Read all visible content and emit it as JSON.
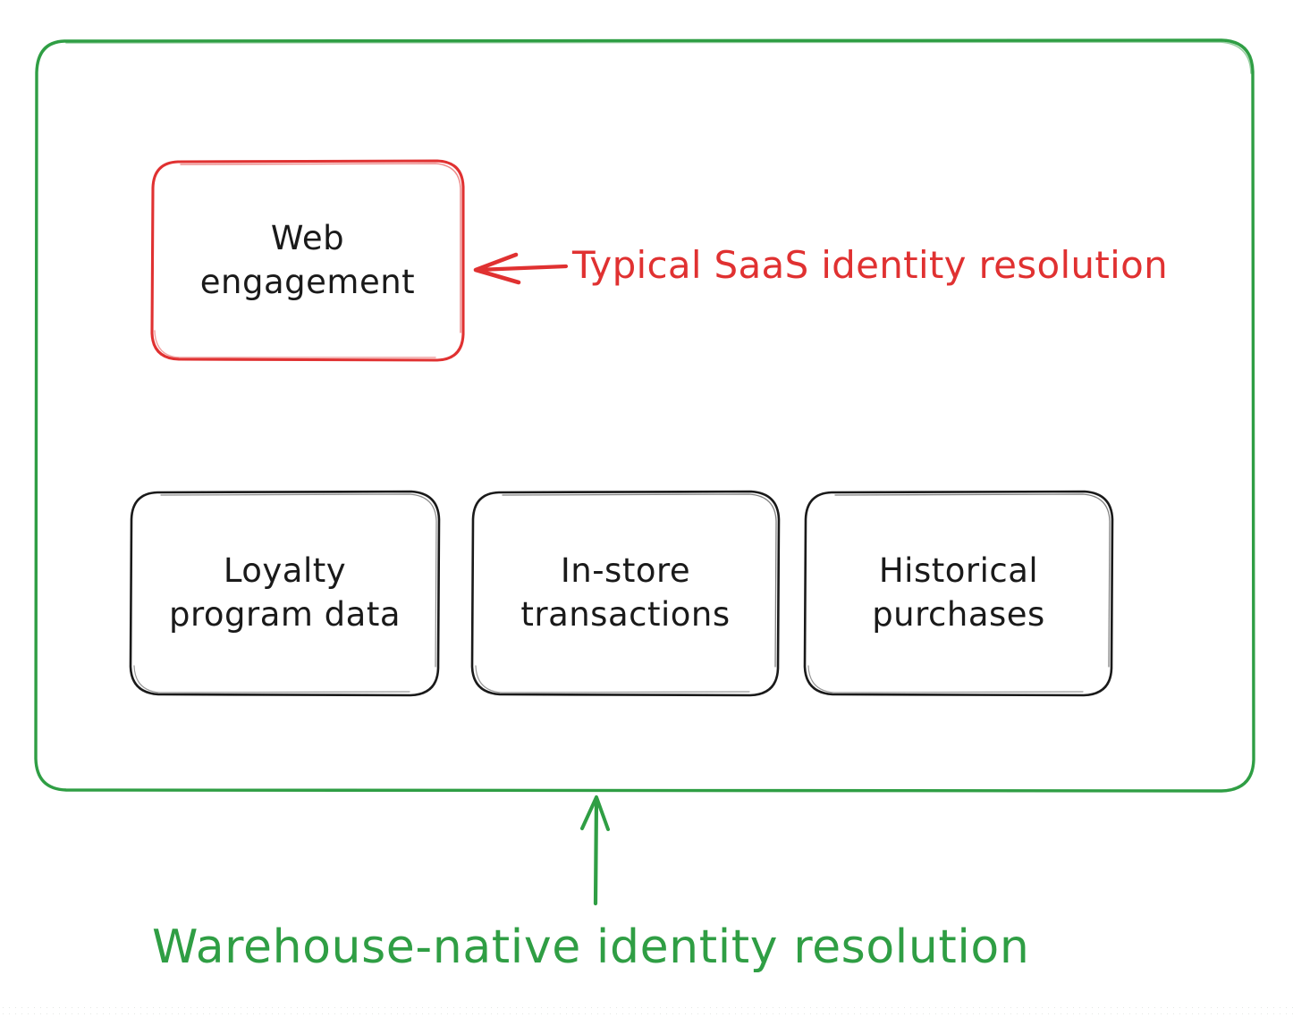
{
  "diagram": {
    "type": "hand-drawn-annotated-diagram",
    "background_color": "#ffffff",
    "container": {
      "name": "warehouse-container",
      "stroke_color": "#2f9e44",
      "fill": "none"
    },
    "highlight_box": {
      "label": "Web\nengagement",
      "stroke_color": "#e03131"
    },
    "boxes": [
      {
        "label": "Loyalty\nprogram data",
        "stroke_color": "#1a1a1a"
      },
      {
        "label": "In-store\ntransactions",
        "stroke_color": "#1a1a1a"
      },
      {
        "label": "Historical\npurchases",
        "stroke_color": "#1a1a1a"
      }
    ],
    "annotations": [
      {
        "id": "saas",
        "text": "Typical SaaS identity resolution",
        "color": "#e03131",
        "arrow": "left-arrow-icon",
        "points_to": "Web engagement"
      },
      {
        "id": "warehouse",
        "text": "Warehouse-native identity resolution",
        "color": "#2f9e44",
        "arrow": "up-arrow-icon",
        "points_to": "warehouse-container"
      }
    ]
  }
}
